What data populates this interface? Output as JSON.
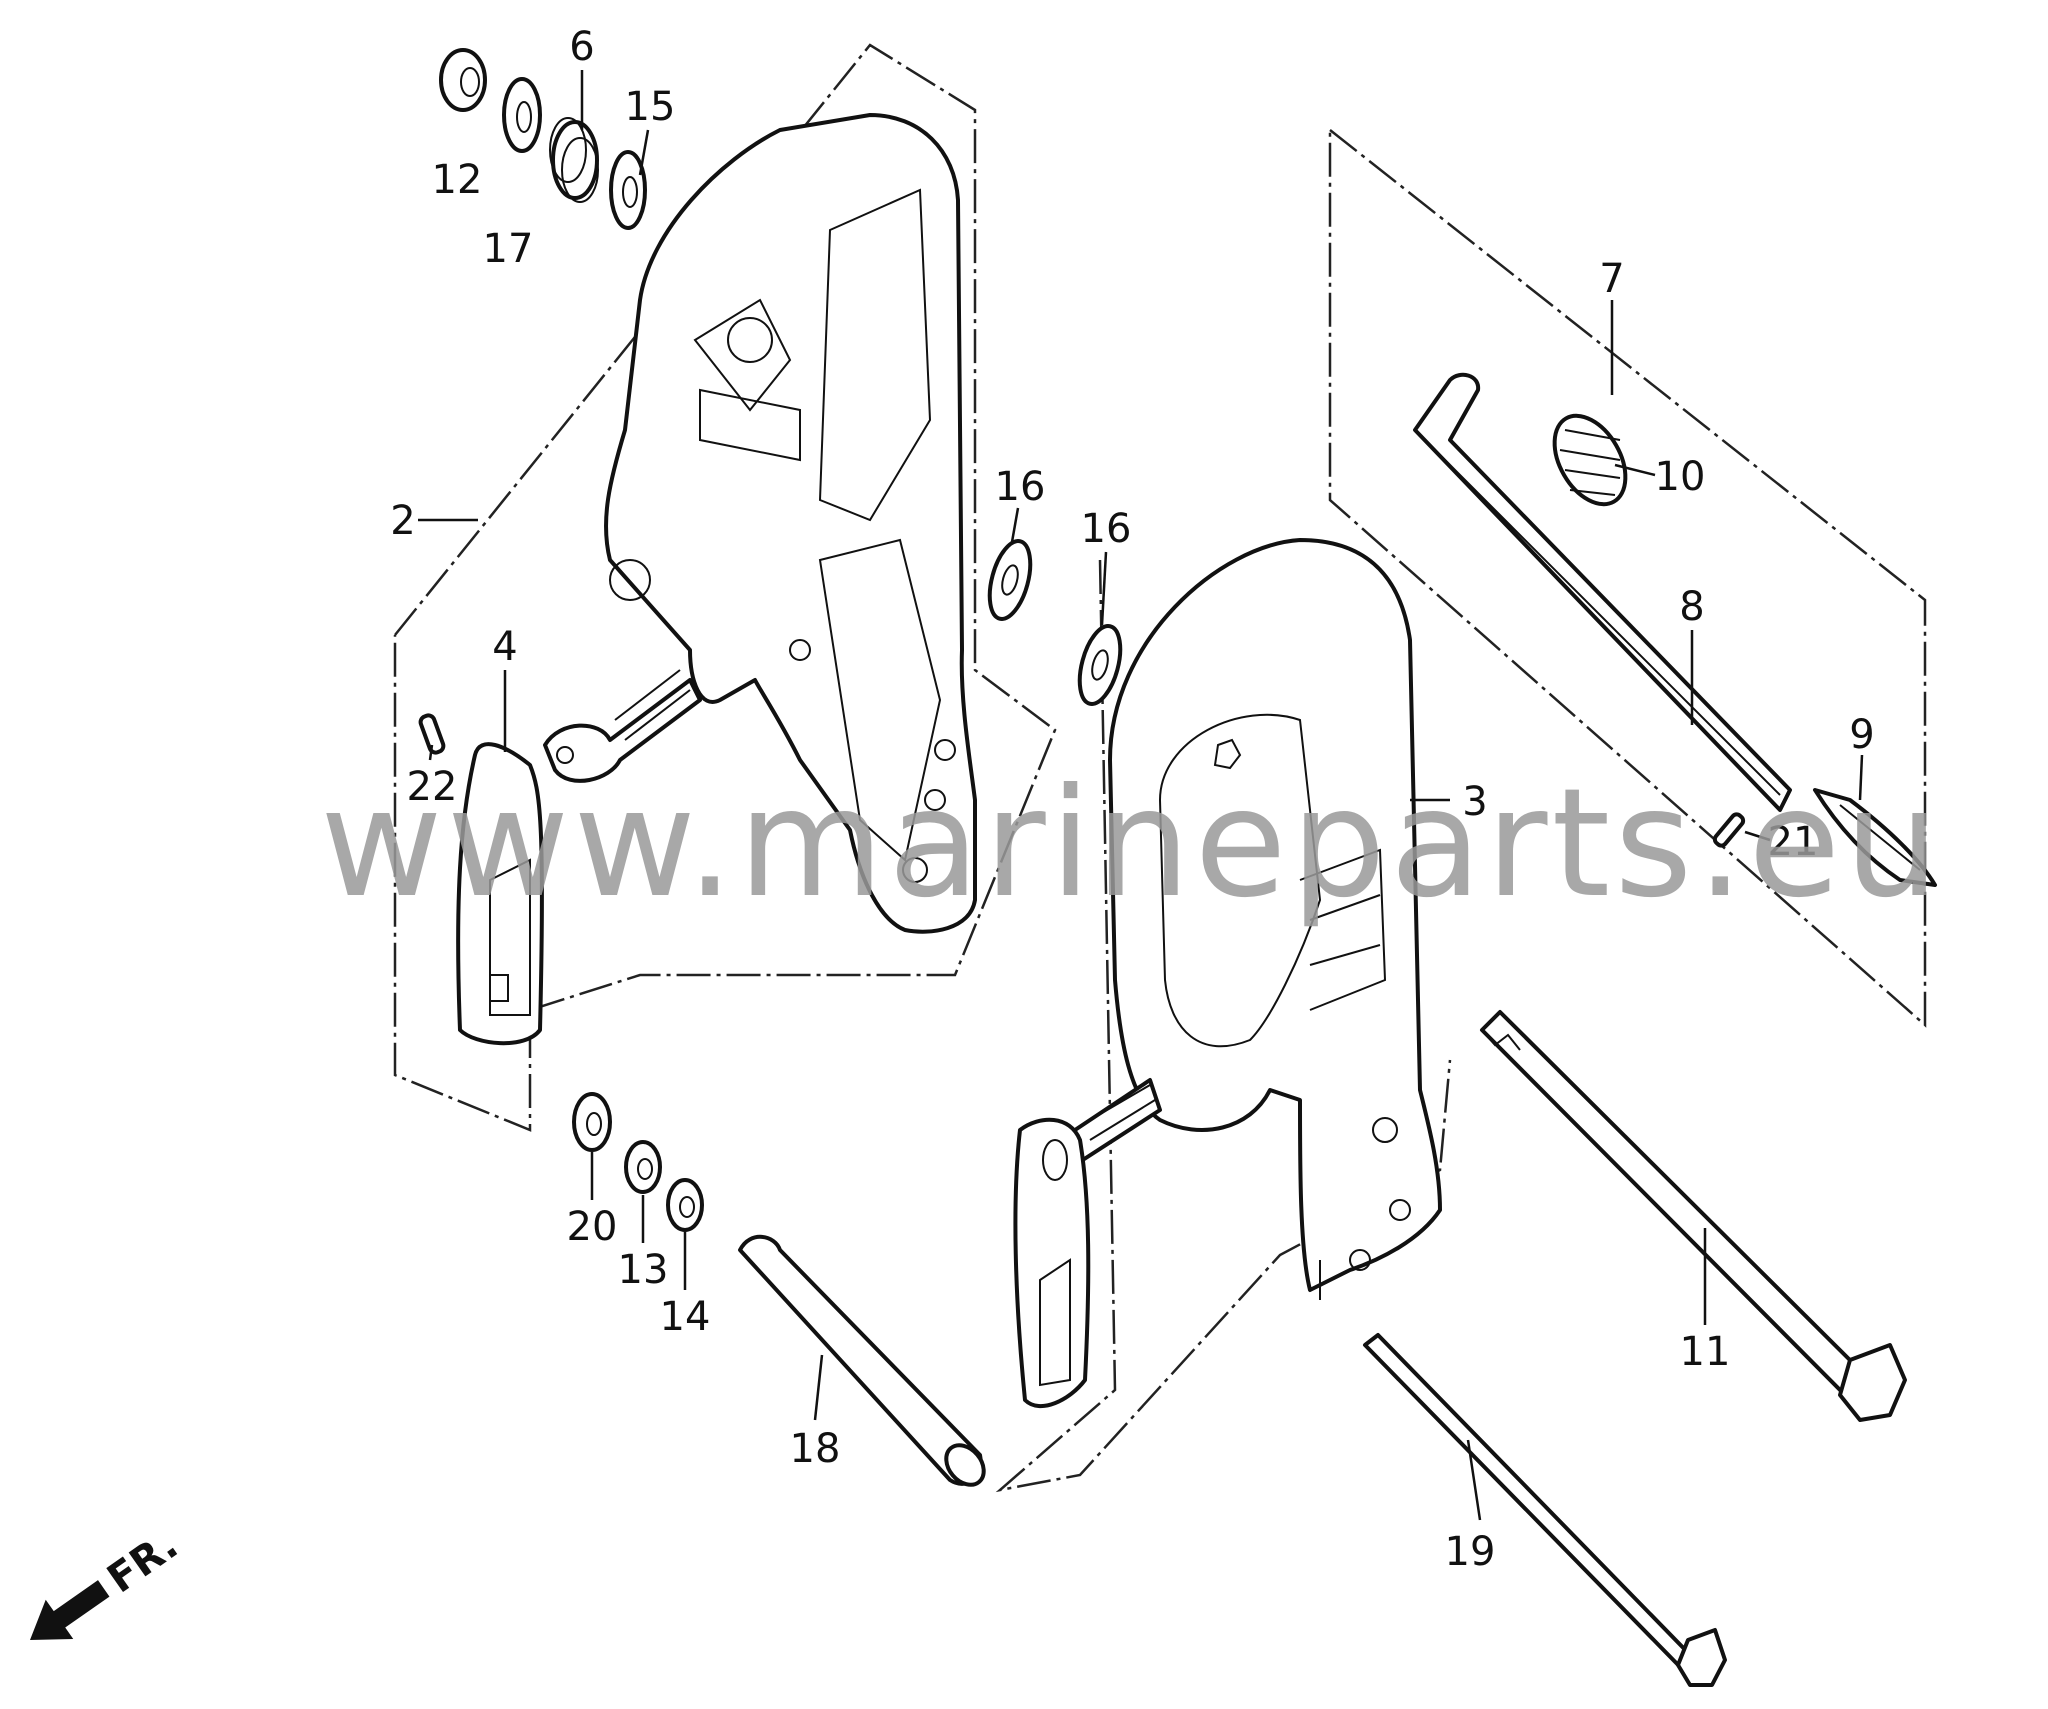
{
  "diagram": {
    "watermark": "www.marineparts.eu",
    "front_indicator": "FR.",
    "callouts": [
      "2",
      "3",
      "4",
      "6",
      "7",
      "8",
      "9",
      "10",
      "11",
      "12",
      "13",
      "14",
      "15",
      "16",
      "16",
      "17",
      "18",
      "19",
      "20",
      "21",
      "22"
    ]
  }
}
